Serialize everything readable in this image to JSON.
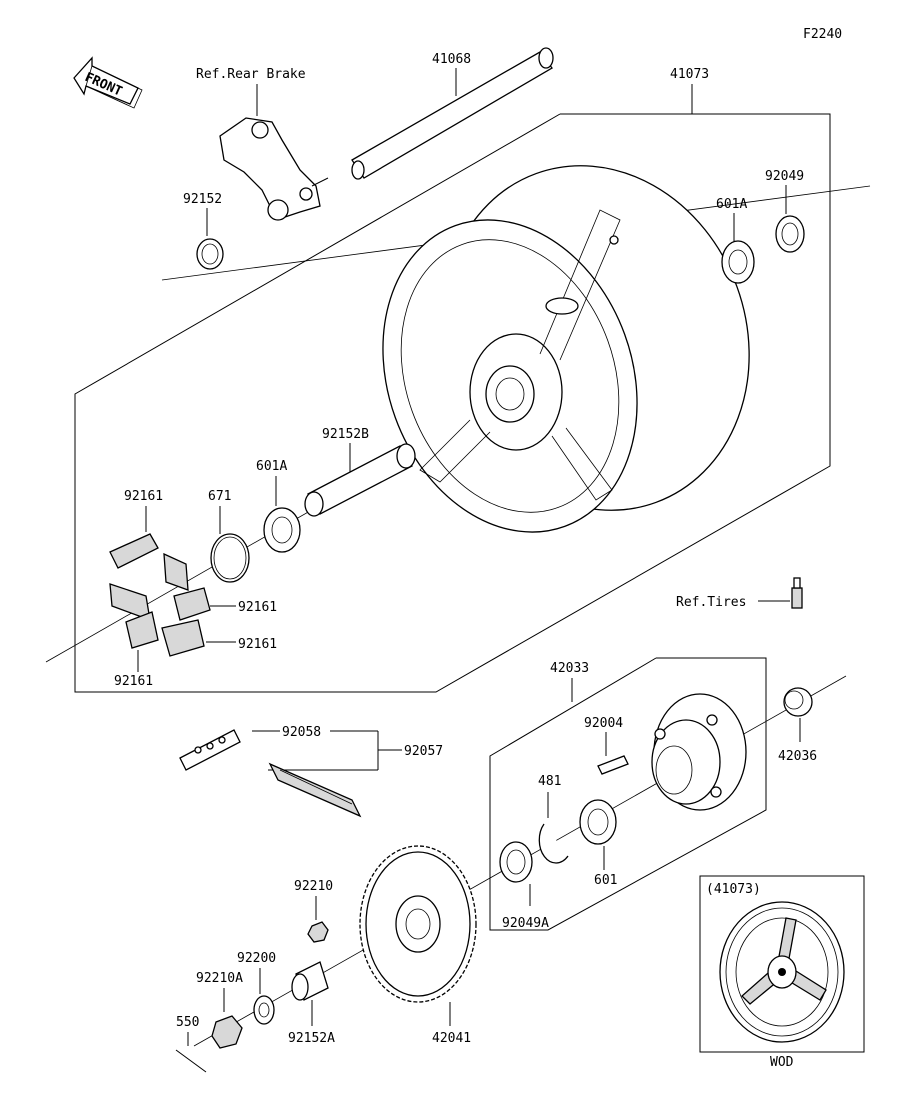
{
  "figure_code": "F2240",
  "front_label": "FRONT",
  "refs": {
    "rear_brake": "Ref.Rear Brake",
    "tires": "Ref.Tires"
  },
  "parts": {
    "p41068": "41068",
    "p41073": "41073",
    "p92152": "92152",
    "p92049": "92049",
    "p601A_top": "601A",
    "p92152B": "92152B",
    "p601A_mid": "601A",
    "p671": "671",
    "p92161_a": "92161",
    "p92161_b": "92161",
    "p92161_c": "92161",
    "p92161_d": "92161",
    "p42033": "42033",
    "p92004": "92004",
    "p42036": "42036",
    "p92058": "92058",
    "p92057": "92057",
    "p481": "481",
    "p601": "601",
    "p92049A": "92049A",
    "p92210": "92210",
    "p92200": "92200",
    "p92210A": "92210A",
    "p550": "550",
    "p92152A": "92152A",
    "p42041": "42041"
  },
  "inset": {
    "title": "(41073)",
    "caption": "WOD"
  }
}
